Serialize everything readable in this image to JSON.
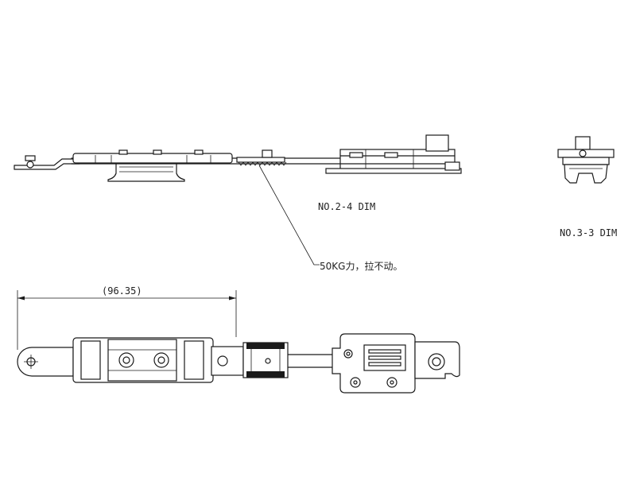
{
  "labels": {
    "view_main": "NO.2-4 DIM",
    "view_side": "NO.3-3 DIM",
    "load_note": "50KG力，拉不动。",
    "dimension": "(96.35)"
  },
  "colors": {
    "line": "#1a1a1a",
    "background": "#ffffff"
  }
}
